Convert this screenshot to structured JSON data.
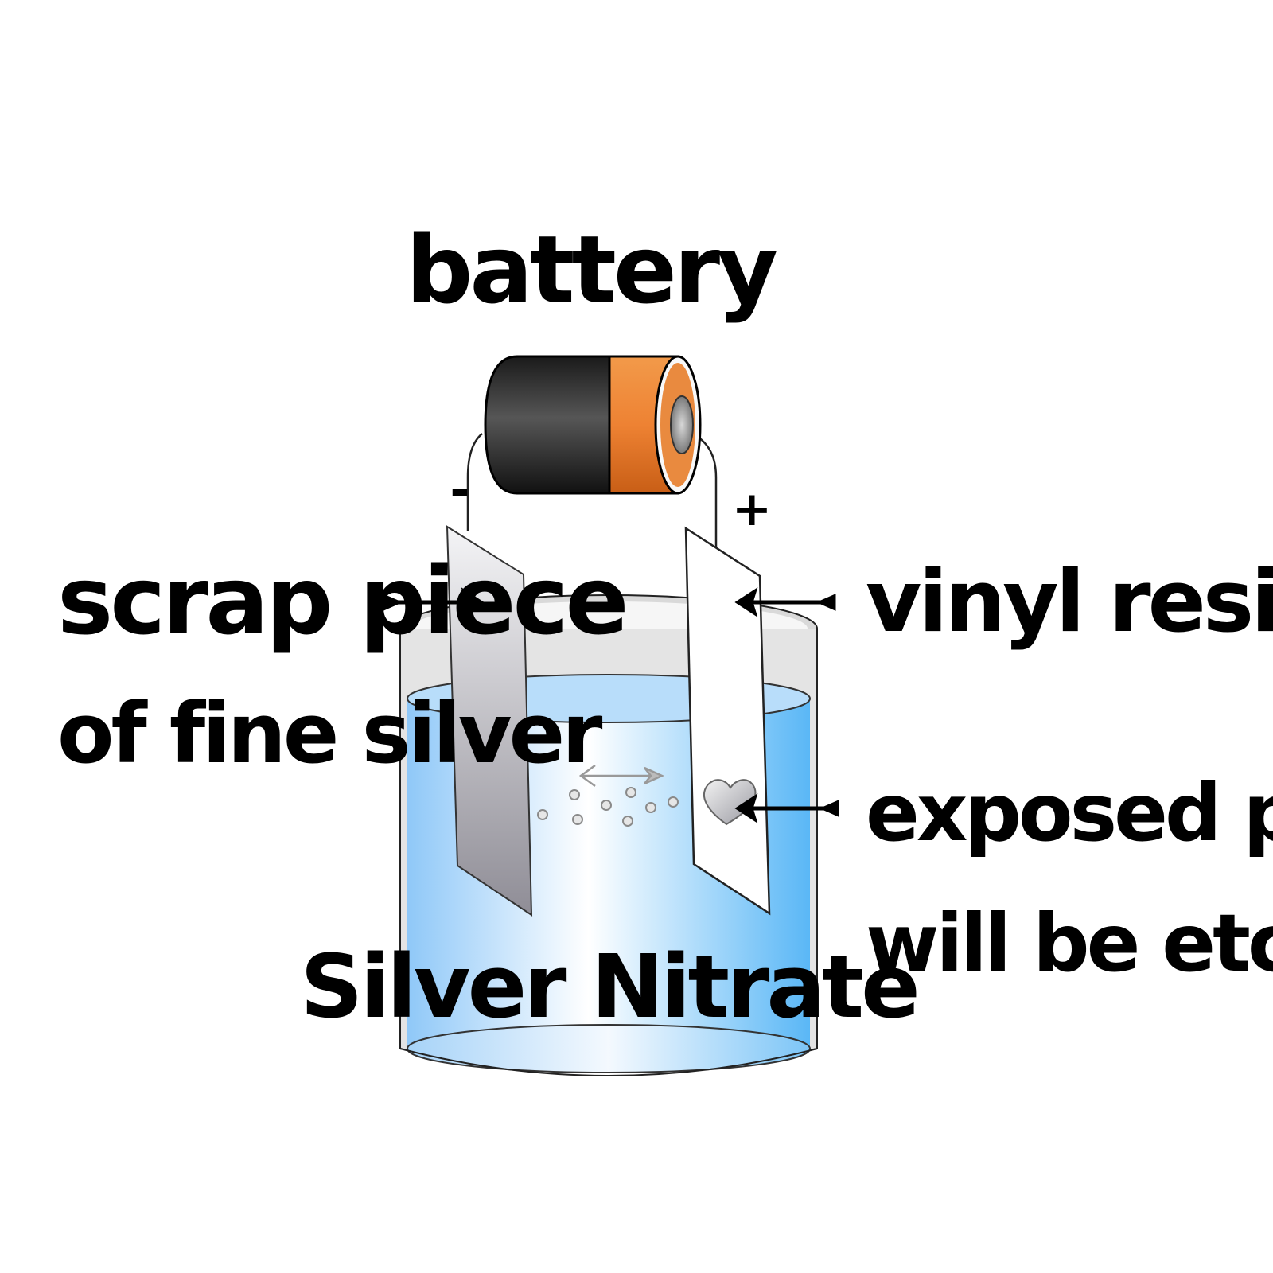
{
  "labels": {
    "battery": "battery",
    "scrap_line1": "scrap piece",
    "scrap_line2": "of fine silver",
    "vinyl": "vinyl resist",
    "exposed_line1": "exposed part",
    "exposed_line2": "will be etched",
    "solution": "Silver Nitrate",
    "minus": "-",
    "plus": "+"
  },
  "icons": {
    "battery": "battery-icon",
    "beaker": "beaker-icon",
    "heart": "heart-icon",
    "direction_arrow": "ion-direction-arrow-icon"
  },
  "colors": {
    "battery_body": "#2b2b2b",
    "battery_band": "#f0883a",
    "solution": "#6cbcf5",
    "electrode": "#c9c9cf",
    "glass": "#d6d6d6"
  }
}
